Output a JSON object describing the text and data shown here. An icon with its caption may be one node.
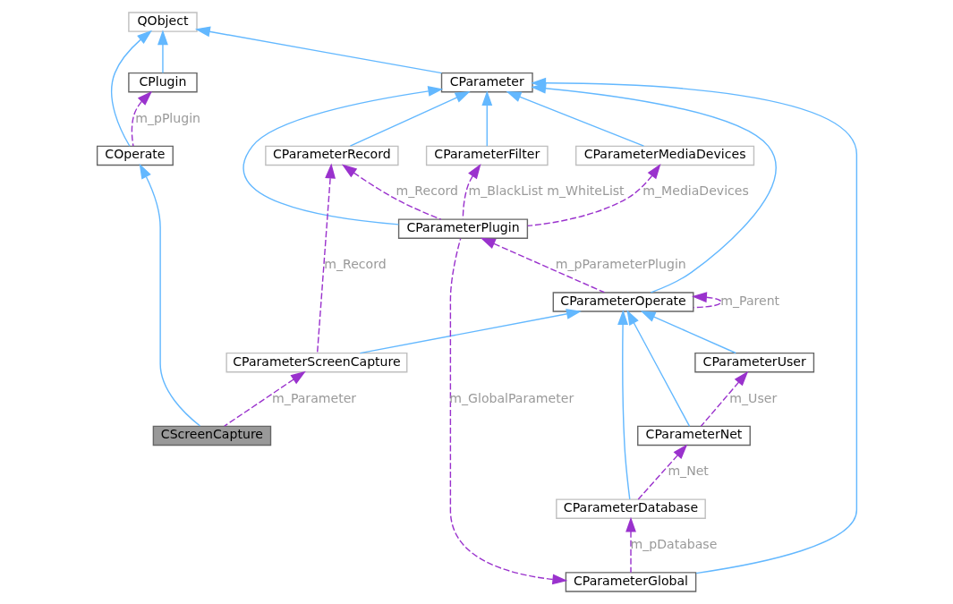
{
  "diagram": {
    "nodes": [
      {
        "text": [
          "QObject"
        ]
      },
      {
        "text": [
          "CPlugin"
        ]
      },
      {
        "text": [
          "CParameter"
        ]
      },
      {
        "text": [
          "COperate"
        ]
      },
      {
        "text": [
          "CParameterRecord"
        ]
      },
      {
        "text": [
          "CParameterOperate"
        ]
      },
      {
        "text": [
          "CParameterFilter"
        ]
      },
      {
        "text": [
          "CParameterScreenCapture"
        ]
      },
      {
        "text": [
          "CParameterUser"
        ]
      },
      {
        "text": [
          "CScreenCapture"
        ]
      },
      {
        "text": [
          "CParameterMediaDevices"
        ]
      },
      {
        "text": [
          "CParameterNet"
        ]
      },
      {
        "text": [
          "CParameterDatabase"
        ]
      },
      {
        "text": [
          "CParameterGlobal"
        ]
      },
      {
        "text": [
          "CParameterPlugin"
        ]
      }
    ],
    "edges": [
      {
        "from": 1,
        "to": 0,
        "arrow": "to",
        "color": "#63b8ff"
      },
      {
        "from": 3,
        "to": 0,
        "arrow": "to",
        "color": "#63b8ff"
      },
      {
        "from": 2,
        "to": 0,
        "arrow": "to",
        "color": "#63b8ff"
      },
      {
        "from": 3,
        "to": 1,
        "arrow": "to",
        "label": "m_pPlugin",
        "style": "dashed",
        "color": "#9a32cd"
      },
      {
        "from": 9,
        "to": 3,
        "arrow": "to",
        "color": "#63b8ff"
      },
      {
        "from": 4,
        "to": 2,
        "arrow": "to",
        "color": "#63b8ff"
      },
      {
        "from": 5,
        "to": 2,
        "arrow": "to",
        "color": "#63b8ff"
      },
      {
        "from": 6,
        "to": 2,
        "arrow": "to",
        "color": "#63b8ff"
      },
      {
        "from": 10,
        "to": 2,
        "arrow": "to",
        "color": "#63b8ff"
      },
      {
        "from": 13,
        "to": 2,
        "arrow": "to",
        "color": "#63b8ff"
      },
      {
        "from": 14,
        "to": 2,
        "arrow": "to",
        "color": "#63b8ff"
      },
      {
        "from": 5,
        "to": 5,
        "arrow": "to",
        "label": "m_Parent",
        "style": "dashed",
        "color": "#9a32cd"
      },
      {
        "from": 7,
        "to": 5,
        "arrow": "to",
        "color": "#63b8ff"
      },
      {
        "from": 7,
        "to": 4,
        "arrow": "to",
        "label": "m_Record",
        "style": "dashed",
        "color": "#9a32cd"
      },
      {
        "from": 9,
        "to": 7,
        "arrow": "to",
        "label": "m_Parameter",
        "style": "dashed",
        "color": "#9a32cd"
      },
      {
        "from": 8,
        "to": 5,
        "arrow": "to",
        "color": "#63b8ff"
      },
      {
        "from": 11,
        "to": 5,
        "arrow": "to",
        "color": "#63b8ff"
      },
      {
        "from": 12,
        "to": 5,
        "arrow": "to",
        "color": "#63b8ff"
      },
      {
        "from": 11,
        "to": 8,
        "arrow": "to",
        "label": "m_User",
        "style": "dashed",
        "color": "#9a32cd"
      },
      {
        "from": 12,
        "to": 11,
        "arrow": "to",
        "label": "m_Net",
        "style": "dashed",
        "color": "#9a32cd"
      },
      {
        "from": 13,
        "to": 12,
        "arrow": "to",
        "label": "m_pDatabase",
        "style": "dashed",
        "color": "#9a32cd"
      },
      {
        "from": 14,
        "to": 13,
        "arrow": "to",
        "label": "m_GlobalParameter",
        "style": "dashed",
        "color": "#9a32cd"
      },
      {
        "from": 14,
        "to": 6,
        "arrow": "to",
        "label": "m_BlackList m_WhiteList",
        "style": "dashed",
        "color": "#9a32cd"
      },
      {
        "from": 14,
        "to": 4,
        "arrow": "to",
        "label": "m_Record",
        "style": "dashed",
        "color": "#9a32cd"
      },
      {
        "from": 5,
        "to": 14,
        "arrow": "to",
        "label": "m_pParameterPlugin",
        "style": "dashed",
        "color": "#9a32cd"
      },
      {
        "from": 14,
        "to": 10,
        "arrow": "to",
        "label": "m_MediaDevices",
        "style": "dashed",
        "color": "#9a32cd"
      }
    ]
  }
}
